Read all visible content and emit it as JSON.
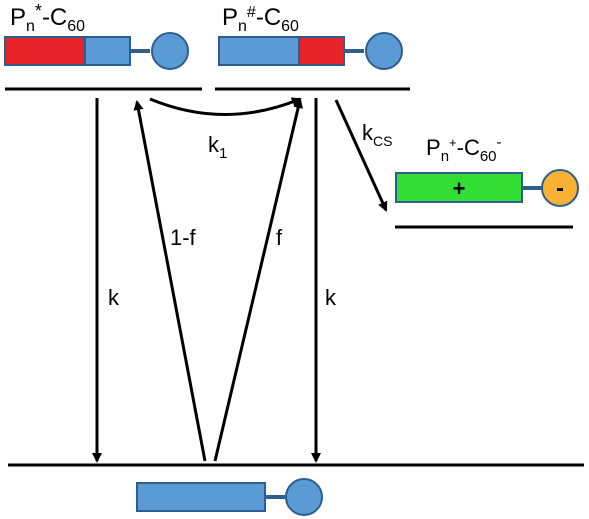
{
  "states": {
    "excited": {
      "sym": "P",
      "sub": "n",
      "sup": "*",
      "rest": "-C",
      "rest_sub": "60"
    },
    "relaxed": {
      "sym": "P",
      "sub": "n",
      "sup": "#",
      "rest": "-C",
      "rest_sub": "60"
    },
    "cs": {
      "sym": "P",
      "sub": "n",
      "sup": "+",
      "rest": "-C",
      "rest_sub": "60",
      "rest_sup": "-"
    }
  },
  "rates": {
    "k1_main": "k",
    "k1_sub": "1",
    "kcs_main": "k",
    "kcs_sub": "CS",
    "k_left": "k",
    "k_right": "k",
    "f_left": "1-f",
    "f_right": "f"
  },
  "charges": {
    "plus": "+",
    "minus": "-"
  },
  "colors": {
    "blue": "#5b9bd5",
    "red": "#e8242b",
    "green": "#33dd33",
    "orange": "#f9b233",
    "outline": "#2e5d8f"
  }
}
